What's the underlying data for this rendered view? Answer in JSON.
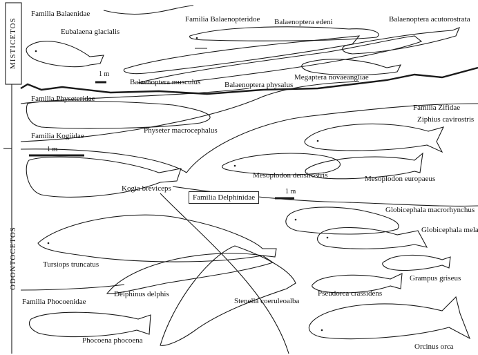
{
  "groups": {
    "mysticetes": "MISTICETOS",
    "odontocetes": "ODONTOCETOS"
  },
  "families": {
    "balaenidae": "Familia Balaenidae",
    "balaenopteridae": "Familia Balaenopteridoe",
    "physeteridae": "Familia Physeteridae",
    "kogiidae": "Familia Kogiidae",
    "ziphiidae": "Familia Zifidae",
    "delphinidae": "Familia Delphinidae",
    "phocoenidae": "Familia Phocoenidae"
  },
  "species": {
    "eubalaena": "Eubalaena glacialis",
    "b_edeni": "Balaenoptera edeni",
    "b_acutorostrata": "Balaenoptera acutorostrata",
    "b_musculus": "Balaenoptera musculus",
    "b_physalus": "Balaenoptera physalus",
    "megaptera": "Megaptera novaeangliae",
    "physeter": "Physeter macrocephalus",
    "ziphius": "Ziphius cavirostris",
    "m_densirostris": "Mesoplodon densirostris",
    "m_europaeus": "Mesoplodon europaeus",
    "kogia": "Kogia breviceps",
    "g_macrorhynchus": "Globicephala macrorhynchus",
    "g_melas": "Globicephala melas",
    "grampus": "Grampus griseus",
    "tursiops": "Tursiops truncatus",
    "delphinus": "Delphinus delphis",
    "stenella": "Stenella coeruleoalba",
    "pseudorca": "Pseudorca crassidens",
    "phocoena": "Phocoena phocoena",
    "orcinus": "Orcinus orca"
  },
  "scales": {
    "mysticete_scale": "1 m",
    "kogia_scale": "1 m",
    "delphinid_scale": "1 m"
  },
  "colors": {
    "line": "#1a1a1a",
    "background": "#ffffff"
  }
}
